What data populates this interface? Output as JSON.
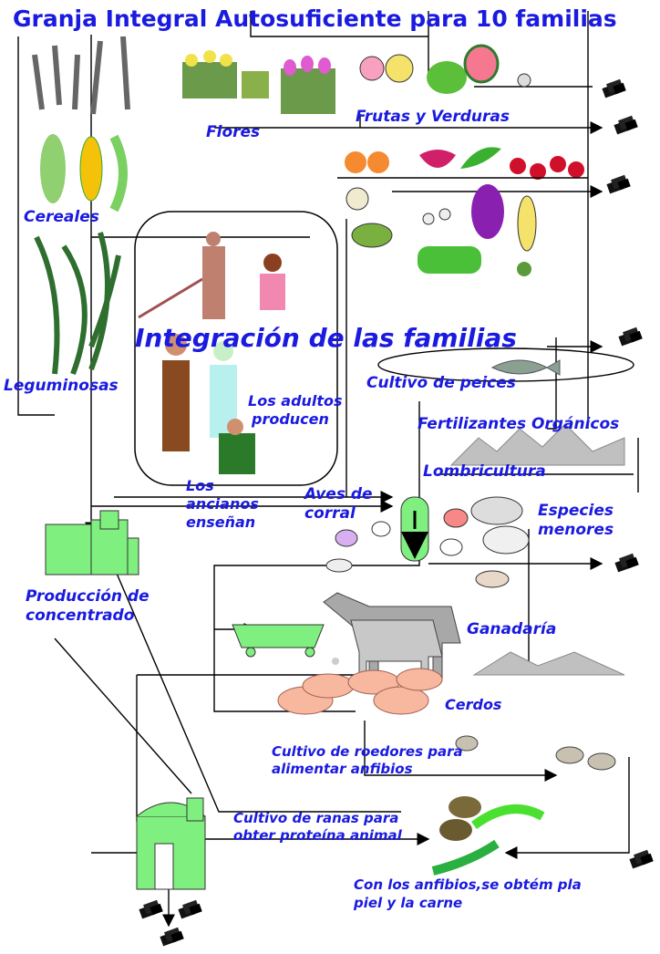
{
  "title": "Granja Integral Autosuficiente para 10 familias",
  "center_title": "Integración de las familias",
  "labels": {
    "flores": "Flores",
    "frutas_verduras": "Frutas y Verduras",
    "cereales": "Cereales",
    "leguminosas": "Leguminosas",
    "adultos_1": "Los adultos",
    "adultos_2": "producen",
    "ancianos_1": "Los",
    "ancianos_2": "ancianos",
    "ancianos_3": "enseñan",
    "cultivo_peces": "Cultivo de peices",
    "fertilizantes": "Fertilizantes Orgánicos",
    "lombricultura": "Lombricultura",
    "aves_1": "Aves de",
    "aves_2": "corral",
    "especies_1": "Especies",
    "especies_2": "menores",
    "produccion_1": "Producción de",
    "produccion_2": "concentrado",
    "ganaderia": "Ganadaría",
    "cerdos": "Cerdos",
    "roedores_1": "Cultivo de roedores para",
    "roedores_2": "alimentar anfibios",
    "ranas_1": "Cultivo de ranas para",
    "ranas_2": "obter proteína animal",
    "anfibios_1": "Con los anfibios,se obtém pla",
    "anfibios_2": "piel y la carne"
  },
  "colors": {
    "text": "#1a1ae0",
    "silo": "#7ff07f",
    "fish": "#8aa090",
    "cow": "#a8a8a8",
    "pig": "#f8b8a0",
    "arrow": "#000000"
  }
}
